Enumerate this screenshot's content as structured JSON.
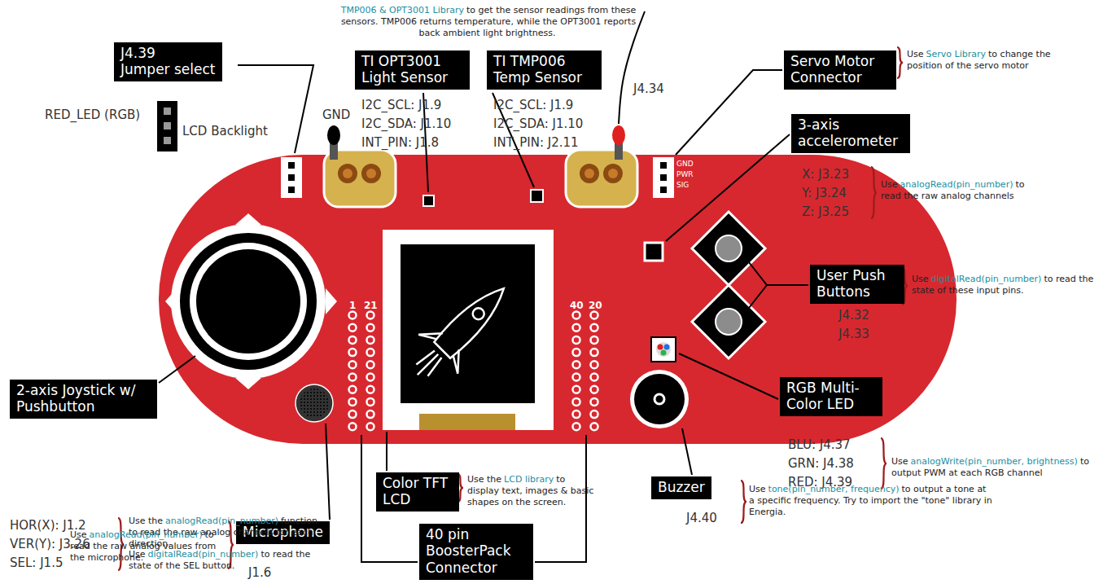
{
  "diagram": {
    "nodes": [
      {
        "text": [
          "J4.39",
          "Jumper select"
        ]
      },
      {
        "text": [
          "TI OPT3001 Light Sensor"
        ]
      },
      {
        "text": [
          "TI TMP006 Temp Sensor"
        ]
      },
      {
        "text": [
          "Servo Motor Connector"
        ]
      },
      {
        "text": [
          "3-axis accelerometer"
        ]
      },
      {
        "text": [
          "User Push Buttons"
        ]
      },
      {
        "text": [
          "2-axis Joystick w/ Pushbutton"
        ]
      },
      {
        "text": [
          "Microphone"
        ]
      },
      {
        "text": [
          "Color TFT LCD"
        ]
      },
      {
        "text": [
          "40 pin BoosterPack Connector"
        ]
      },
      {
        "text": [
          "RGB Multi-Color LED"
        ]
      },
      {
        "text": [
          "Buzzer"
        ]
      }
    ],
    "labels": [
      "TMP006 & OPT3001 Library",
      "to get the sensor readings from these sensors. TMP006 returns temperature, while the OPT3001 reports back ambient light brightness.",
      "RED_LED (RGB)",
      "LCD Backlight",
      "GND",
      "I2C_SCL: J1.9",
      "I2C_SDA: J1.10",
      "INT_PIN: J1.8",
      "I2C_SCL: J1.9",
      "I2C_SDA: J1.10",
      "INT_PIN: J2.11",
      "J4.34",
      "Use",
      "Servo Library",
      "to change the position of the servo motor",
      "GND",
      "PWR",
      "SIG",
      "X: J3.23",
      "Y: J3.24",
      "Z: J3.25",
      "Use",
      "analogRead(pin_number)",
      "to read the raw analog channels",
      "Use",
      "digitalRead(pin_number)",
      "to read the state of these input pins.",
      "J4.32",
      "J4.33",
      "1",
      "21",
      "40",
      "20",
      "HOR(X): J1.2",
      "VER(Y): J3.26",
      "SEL: J1.5",
      "Use the",
      "analogRead(pin_number)",
      "function to read the raw analog channels for each direction.",
      "Use",
      "digitalRead(pin_number)",
      "to read the state of the SEL button.",
      "Use",
      "analogRead(pin_number)",
      "to read the raw analog values from the microphone.",
      "J1.6",
      "Use the",
      "LCD library",
      "to display text, images & basic shapes on the screen.",
      "BLU: J4.37",
      "GRN: J4.38",
      "RED: J4.39",
      "Use",
      "analogWrite(pin_number, brightness)",
      "to output PWM at each RGB channel",
      "Use",
      "tone(pin_number, frequency)",
      "to output a tone at a specific frequency. Try to import the \"tone\" library in Energia.",
      "J4.40"
    ]
  }
}
